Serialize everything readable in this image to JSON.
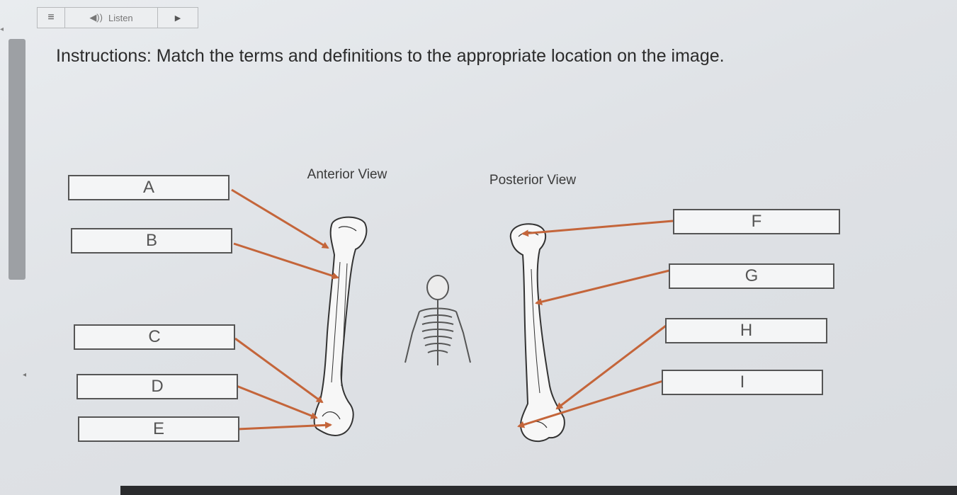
{
  "toolbar": {
    "listen_label": "Listen"
  },
  "instructions": "Instructions: Match the terms and definitions to the appropriate location on the image.",
  "views": {
    "anterior": "Anterior View",
    "posterior": "Posterior View"
  },
  "labels": {
    "A": "A",
    "B": "B",
    "C": "C",
    "D": "D",
    "E": "E",
    "F": "F",
    "G": "G",
    "H": "H",
    "I": "I"
  },
  "colors": {
    "arrow": "#c4653a",
    "box_border": "#555555",
    "bone_outline": "#333333"
  }
}
